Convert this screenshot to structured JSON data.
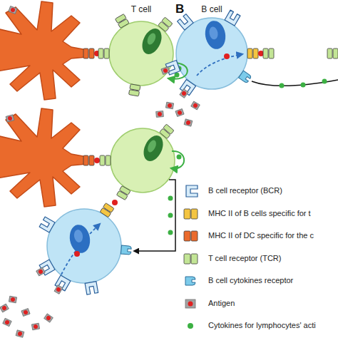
{
  "diagram": {
    "nodes": [
      {
        "text": [
          "T cell"
        ]
      },
      {
        "text": [
          "B cell"
        ]
      }
    ],
    "labels": [
      "B"
    ],
    "legend": [
      {
        "text": "B cell receptor (BCR)",
        "color": "#d7ecf9"
      },
      {
        "text": "MHC II of B cells specific for t",
        "color": "#f4c542"
      },
      {
        "text": "MHC II of DC specific for the c",
        "color": "#ea6a2c"
      },
      {
        "text": "T cell receptor (TCR)",
        "color": "#c3e596"
      },
      {
        "text": "B cell cytokines receptor",
        "color": "#7ccbea"
      },
      {
        "text": "Antigen",
        "color": "#e02020"
      },
      {
        "text": "Cytokines for lymphocytes' acti",
        "color": "#3cb043"
      }
    ]
  }
}
